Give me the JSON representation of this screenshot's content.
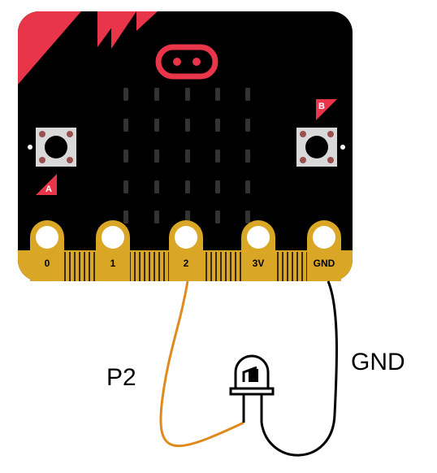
{
  "board": {
    "colors": {
      "body": "#000000",
      "accent": "#e8354a",
      "gold": "#d9a725",
      "led_off": "#333333"
    },
    "button_a_label": "A",
    "button_b_label": "B",
    "pins": [
      {
        "label": "0"
      },
      {
        "label": "1"
      },
      {
        "label": "2"
      },
      {
        "label": "3V"
      },
      {
        "label": "GND"
      }
    ],
    "led_grid": {
      "rows": 5,
      "cols": 5
    }
  },
  "wires": {
    "signal": {
      "label": "P2",
      "color": "#e08a1e"
    },
    "ground": {
      "label": "GND",
      "color": "#000000"
    }
  },
  "component": {
    "icon": "led-icon"
  }
}
